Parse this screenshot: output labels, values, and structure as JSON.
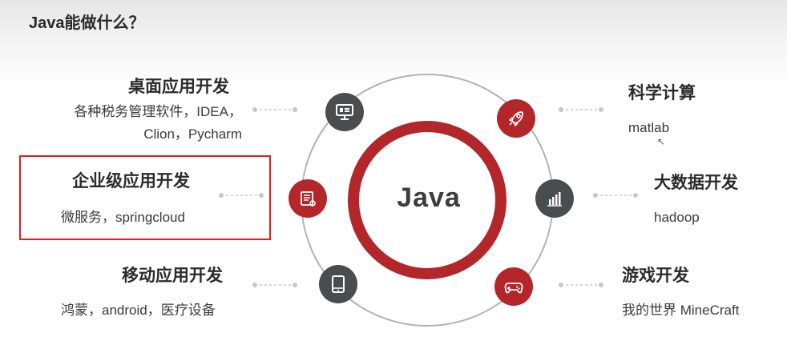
{
  "title": "Java能做什么？",
  "center": "Java",
  "items": {
    "desktop": {
      "heading": "桌面应用开发",
      "desc_line1": "各种税务管理软件，IDEA，",
      "desc_line2": "Clion，Pycharm"
    },
    "enterprise": {
      "heading": "企业级应用开发",
      "desc": "微服务，springcloud"
    },
    "mobile": {
      "heading": "移动应用开发",
      "desc": "鸿蒙，android，医疗设备"
    },
    "science": {
      "heading": "科学计算",
      "desc": "matlab"
    },
    "bigdata": {
      "heading": "大数据开发",
      "desc": "hadoop"
    },
    "game": {
      "heading": "游戏开发",
      "desc": "我的世界 MineCraft"
    }
  },
  "colors": {
    "accent_red": "#b3262a",
    "dark_gray": "#4a4d4f",
    "highlight": "#e01e1e"
  },
  "icons": {
    "desktop": "monitor-icon",
    "enterprise": "book-icon",
    "mobile": "tablet-icon",
    "science": "rocket-icon",
    "bigdata": "bar-chart-icon",
    "game": "gamepad-icon"
  }
}
